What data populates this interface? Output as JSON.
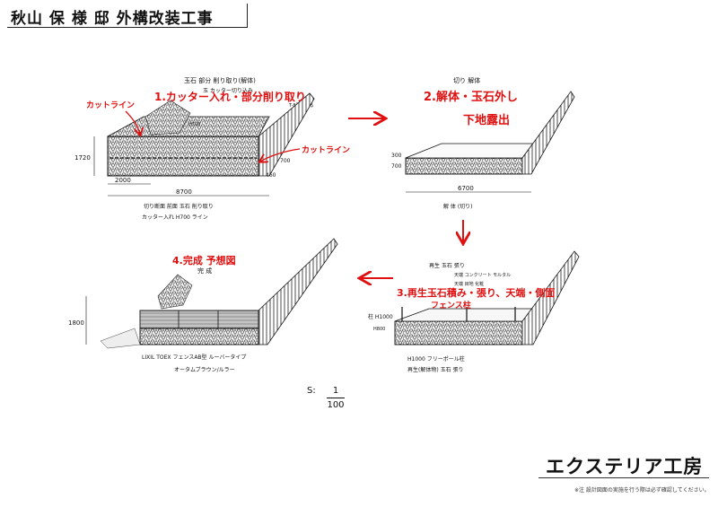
{
  "document": {
    "title": "秋山 保 様 邸 外構改装工事",
    "brand": "エクステリア工房",
    "footer_note": "※注 設計図面の実施を行う際は必ず確認してください。",
    "scale_label": "S:",
    "scale_numerator": "1",
    "scale_denominator": "100"
  },
  "panels": [
    {
      "id": "cutting",
      "header": "玉石 部分 削り取り(解体)",
      "subheader": "玉 カッター切り込み",
      "step_label": "1.カッター入れ・部分削り取り",
      "cut_line_label_1": "カットライン",
      "cut_line_label_2": "カットライン",
      "side_label": "T-8型枠入る",
      "post_label": "H700",
      "dim_height": "1720",
      "dim_width_total": "8700",
      "dim_width_left": "2000",
      "dim_small_1": "700",
      "dim_small_2": "460",
      "caption_1": "切り断面 前面 玉石 削り取り",
      "caption_2": "カッター入れ H700 ライン"
    },
    {
      "id": "demolition",
      "header": "切り 解体",
      "step_label_1": "2.解体・玉石外し",
      "step_label_2": "下地露出",
      "dim_height_1": "300",
      "dim_height_2": "700",
      "dim_width": "6700",
      "caption": "解 体 (切り)"
    },
    {
      "id": "renovation",
      "header": "再生 玉石 張り",
      "subheader_1": "天端 コンクリート モルタル",
      "subheader_2": "天端 目地 化粧",
      "step_label": "3.再生玉石積み・張り、天端・側面",
      "step_label_2": "フェンス柱",
      "post_label": "柱 H1000",
      "dim_small": "H800",
      "caption_1": "H1000 フリーポール柱",
      "caption_2": "再生(解体物) 玉石 張り"
    },
    {
      "id": "completion",
      "header": "完 成",
      "step_label": "4.完成 予想図",
      "dim_height": "1800",
      "caption_1": "LIXIL TOEX フェンスAB型 ルーバータイプ",
      "caption_2": "オータムブラウン/ルラー"
    }
  ]
}
